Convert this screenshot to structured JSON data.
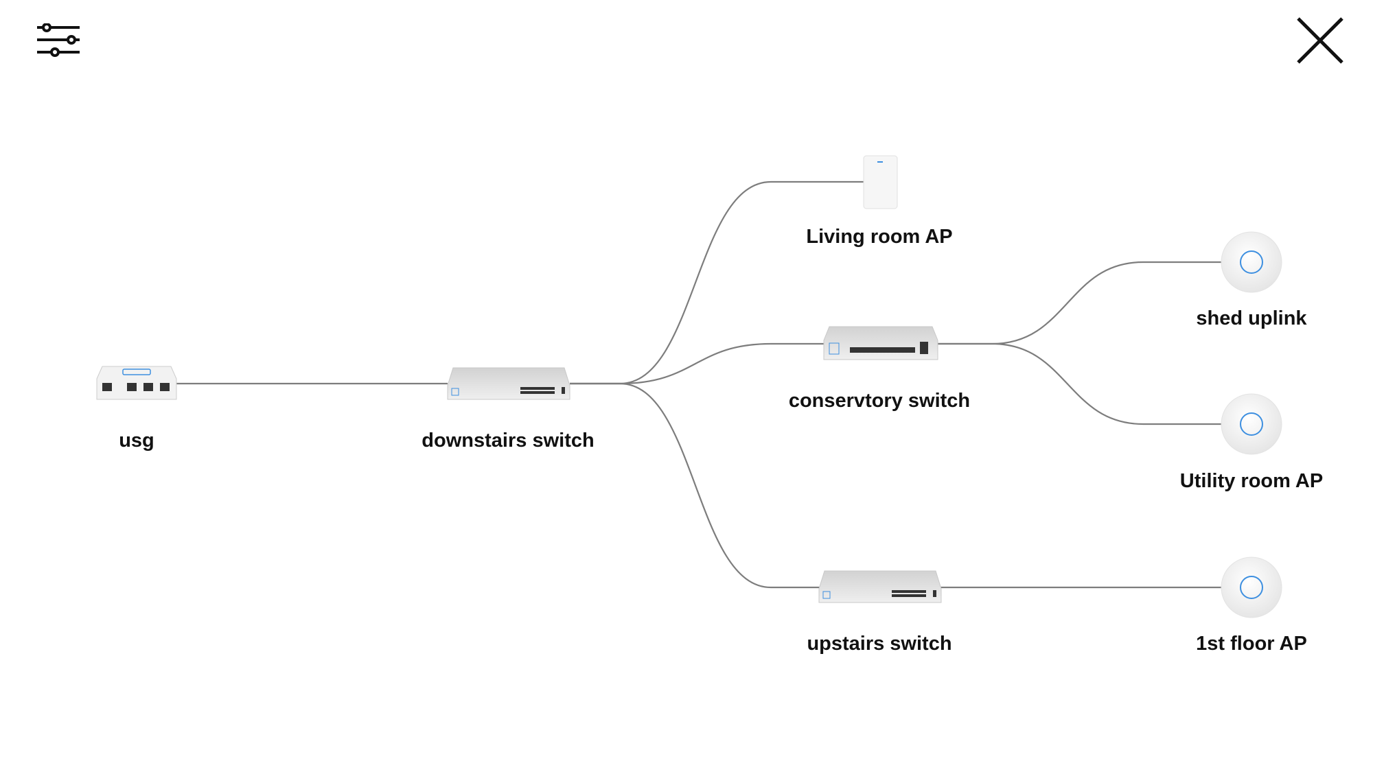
{
  "toolbar": {
    "filter_icon": "sliders-icon",
    "close_icon": "close-icon"
  },
  "colors": {
    "link": "#7d7d7d",
    "accent": "#3d8fe0",
    "device": "#e4e4e4"
  },
  "nodes": {
    "usg": {
      "label": "usg",
      "type": "gateway"
    },
    "downstairs": {
      "label": "downstairs switch",
      "type": "switch"
    },
    "living": {
      "label": "Living room AP",
      "type": "wall-ap"
    },
    "conservatory": {
      "label": "conservtory switch",
      "type": "switch-small"
    },
    "upstairs": {
      "label": "upstairs switch",
      "type": "switch"
    },
    "shed": {
      "label": "shed uplink",
      "type": "ap"
    },
    "utility": {
      "label": "Utility room AP",
      "type": "ap"
    },
    "firstfloor": {
      "label": "1st floor AP",
      "type": "ap"
    }
  }
}
